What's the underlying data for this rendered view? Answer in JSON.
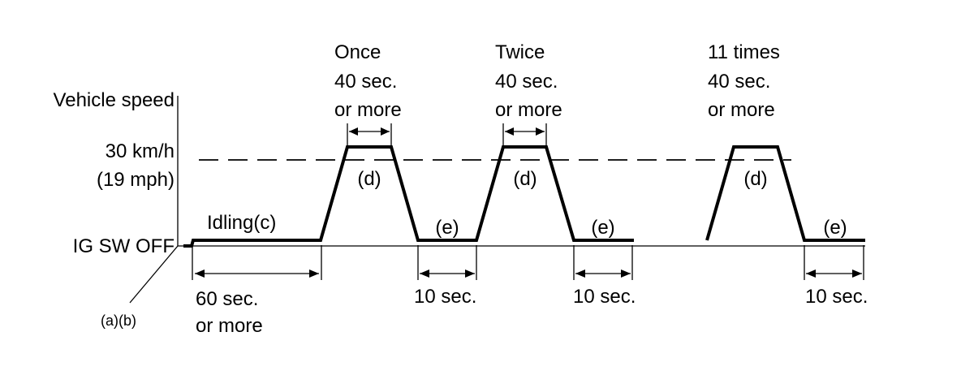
{
  "y_axis": {
    "title": "Vehicle speed",
    "speed_label": "30 km/h",
    "speed_label_alt": "(19 mph)",
    "baseline_label": "IG SW OFF"
  },
  "start_label": "(a)(b)",
  "idle": {
    "label": "Idling(c)",
    "duration_line1": "60 sec.",
    "duration_line2": "or more"
  },
  "cycles": [
    {
      "count": "Once",
      "hold_line1": "40 sec.",
      "hold_line2": "or more",
      "phase_label": "(d)",
      "rest_label": "(e)",
      "rest_duration": "10 sec."
    },
    {
      "count": "Twice",
      "hold_line1": "40 sec.",
      "hold_line2": "or more",
      "phase_label": "(d)",
      "rest_label": "(e)",
      "rest_duration": "10 sec."
    },
    {
      "count": "11 times",
      "hold_line1": "40 sec.",
      "hold_line2": "or more",
      "phase_label": "(d)",
      "rest_label": "(e)",
      "rest_duration": "10 sec."
    }
  ]
}
